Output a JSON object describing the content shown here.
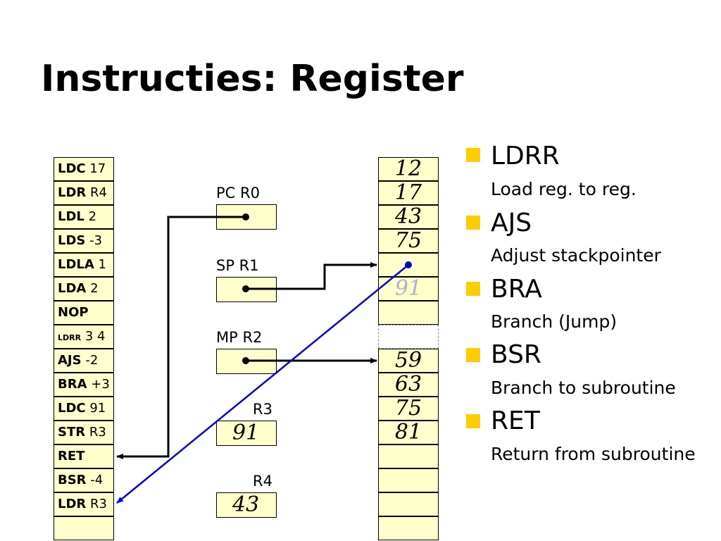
{
  "title": "Instructies: Register",
  "program": [
    {
      "op": "LDC",
      "arg": "17"
    },
    {
      "op": "LDR",
      "arg": "R4"
    },
    {
      "op": "LDL",
      "arg": "2"
    },
    {
      "op": "LDS",
      "arg": "-3"
    },
    {
      "op": "LDLA",
      "arg": "1"
    },
    {
      "op": "LDA",
      "arg": "2"
    },
    {
      "op": "NOP",
      "arg": ""
    },
    {
      "op": "LDRR",
      "arg": "3 4"
    },
    {
      "op": "AJS",
      "arg": "-2"
    },
    {
      "op": "BRA",
      "arg": "+3"
    },
    {
      "op": "LDC",
      "arg": "91"
    },
    {
      "op": "STR",
      "arg": "R3"
    },
    {
      "op": "RET",
      "arg": ""
    },
    {
      "op": "BSR",
      "arg": "-4"
    },
    {
      "op": "LDR",
      "arg": "R3"
    },
    {
      "op": "",
      "arg": ""
    }
  ],
  "registers": [
    {
      "label": "PC  R0",
      "value": ""
    },
    {
      "label": "SP  R1",
      "value": ""
    },
    {
      "label": "MP  R2",
      "value": ""
    },
    {
      "label": "R3",
      "value": "91"
    },
    {
      "label": "R4",
      "value": "43"
    }
  ],
  "stack": [
    "12",
    "17",
    "43",
    "75",
    "",
    "91",
    "",
    "",
    "59",
    "63",
    "75",
    "81",
    "",
    "",
    "",
    ""
  ],
  "bullets": [
    {
      "head": "LDRR",
      "sub": "Load reg. to reg."
    },
    {
      "head": "AJS",
      "sub": "Adjust stackpointer"
    },
    {
      "head": "BRA",
      "sub": "Branch (Jump)"
    },
    {
      "head": "BSR",
      "sub": "Branch to subroutine"
    },
    {
      "head": "RET",
      "sub": "Return from subroutine"
    }
  ],
  "colors": {
    "cell_fill": "#ffffcc",
    "bullet": "#ffcc00",
    "arrow": "#000000",
    "highlight_arrow": "#0000cc",
    "faded_value": "#a9b3c6"
  }
}
